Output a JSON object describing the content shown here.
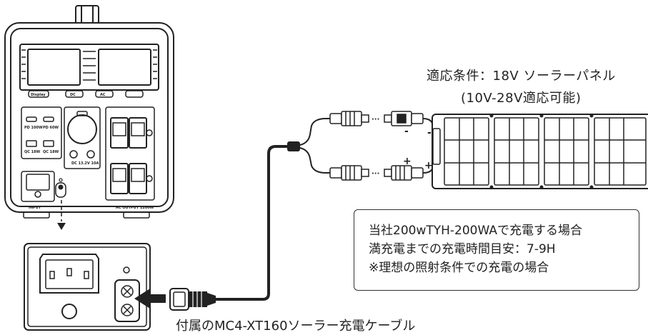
{
  "diagram": {
    "panel_condition_line1": "適応条件：18V ソーラーパネル",
    "panel_condition_line2": "(10V-28V適応可能)",
    "info_box": {
      "line1": "当社200wTYH-200WAで充電する場合",
      "line2": "満充電までの充電時間目安：7-9H",
      "line3": "※理想の照射条件での充電の場合"
    },
    "cable_caption": "付属のMC4-XT160ソーラー充電ケーブル",
    "device_labels": {
      "display_button": "Display",
      "dc_button": "DC",
      "ac_button": "AC",
      "pd_port_1": "PD 100W",
      "pd_port_2": "PD 60W",
      "qc_port_1": "QC 18W",
      "qc_port_2": "QC 18W",
      "dc_output": "DC 13.2V 10A",
      "input_label": "INPUT",
      "ac_output_label": "AC OUTPUT 1200W"
    },
    "polarity": {
      "negative": "-",
      "positive": "+"
    },
    "ellipsis": "···"
  }
}
